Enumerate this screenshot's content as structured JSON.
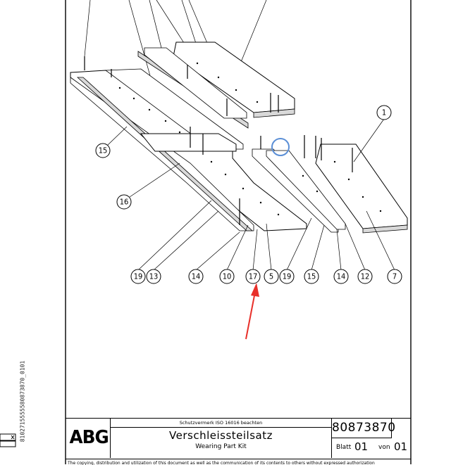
{
  "drawing": {
    "callouts_top_row": [
      "15",
      "16",
      "1"
    ],
    "callouts_bottom_row": [
      "19",
      "13",
      "14",
      "10",
      "17",
      "5",
      "19",
      "15",
      "14",
      "12",
      "7"
    ]
  },
  "title_block": {
    "logo": "ABG",
    "protection_note": "Schutzvermerk ISO 16016 beachten",
    "title": "Verschleissteilsatz",
    "subtitle": "Wearing Part Kit",
    "drawing_number": "80873870",
    "sheet_label": "Blatt",
    "sheet_number": "01",
    "of_label": "von",
    "total_sheets": "01",
    "footer_note": "The copying, distribution and utilization of this document as well as the communication of its contents to others without expressed authorization"
  },
  "side_code": "8102715555580873870_0101",
  "annotation": {
    "arrow_color": "#e8302a",
    "marker_color": "#5b8fd6"
  }
}
